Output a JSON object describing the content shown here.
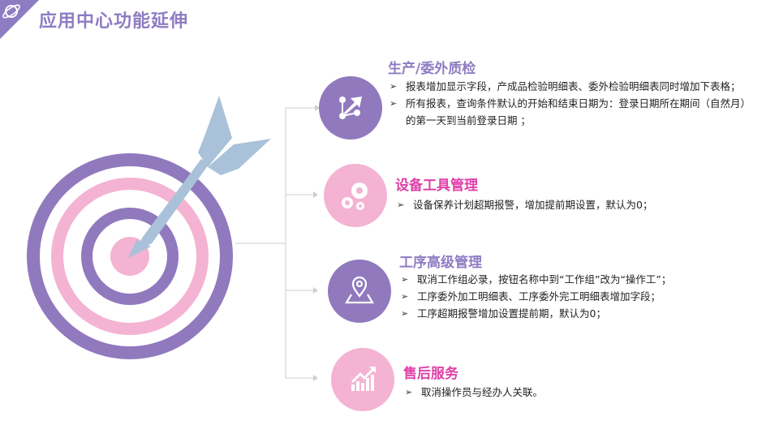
{
  "header": {
    "title": "应用中心功能延伸",
    "accent_color": "#8e7cc3",
    "corner_icon": "planet-icon"
  },
  "sections": [
    {
      "icon": "share-network-icon",
      "title": "生产/委外质检",
      "color": "purple",
      "items": [
        "报表增加显示字段，产成品检验明细表、委外检验明细表同时增加下表格；",
        "所有报表，查询条件默认的开始和结束日期为：登录日期所在期间（自然月）的第一天到当前登录日期 ；"
      ]
    },
    {
      "icon": "gears-icon",
      "title": "设备工具管理",
      "color": "pink",
      "items": [
        "设备保养计划超期报警，增加提前期设置，默认为0；"
      ]
    },
    {
      "icon": "map-pin-icon",
      "title": "工序高级管理",
      "color": "purple",
      "items": [
        "取消工作组必录，按钮名称中到“工作组”改为“操作工”；",
        "工序委外加工明细表、工序委外完工明细表增加字段；",
        "工序超期报警增加设置提前期，默认为0；"
      ]
    },
    {
      "icon": "growth-chart-icon",
      "title": "售后服务",
      "color": "pink",
      "items": [
        "取消操作员与经办人关联。"
      ]
    }
  ],
  "colors": {
    "purple": "#9179be",
    "pink": "#f4b3d3",
    "pink_title": "#e040a8",
    "dart": "#a9c2d9",
    "connector": "#cfcfcf"
  }
}
